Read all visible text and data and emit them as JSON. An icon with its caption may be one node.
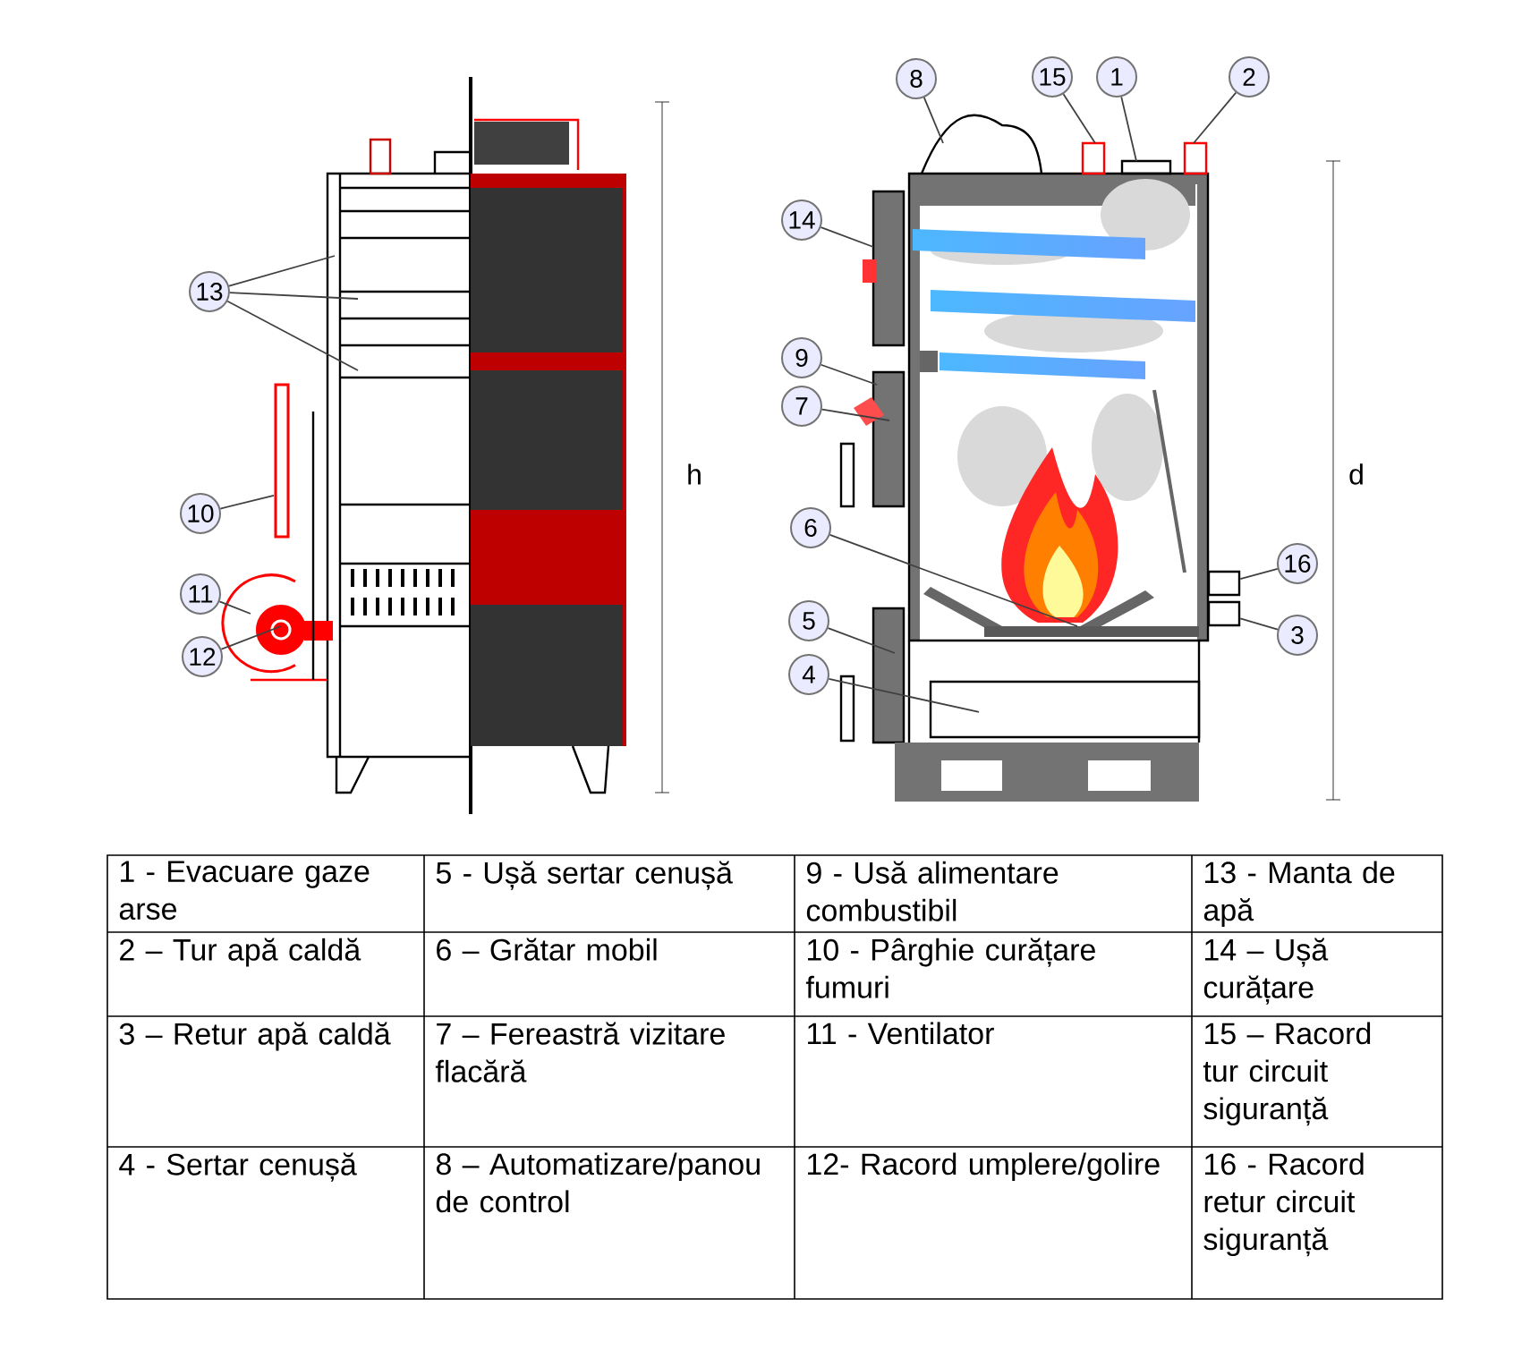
{
  "diagram": {
    "nodes": [
      {
        "text": [
          "13"
        ]
      },
      {
        "text": [
          "10"
        ]
      },
      {
        "text": [
          "11"
        ]
      },
      {
        "text": [
          "12"
        ]
      },
      {
        "text": [
          "8"
        ]
      },
      {
        "text": [
          "15"
        ]
      },
      {
        "text": [
          "1"
        ]
      },
      {
        "text": [
          "2"
        ]
      },
      {
        "text": [
          "14"
        ]
      },
      {
        "text": [
          "9"
        ]
      },
      {
        "text": [
          "7"
        ]
      },
      {
        "text": [
          "6"
        ]
      },
      {
        "text": [
          "5"
        ]
      },
      {
        "text": [
          "4"
        ]
      },
      {
        "text": [
          "16"
        ]
      },
      {
        "text": [
          "3"
        ]
      },
      {
        "text": [],
        "shape": "box"
      },
      {
        "text": [],
        "shape": "box"
      }
    ],
    "edges": [
      {
        "from": 0,
        "to": null,
        "arrow": "none"
      },
      {
        "from": 0,
        "to": null,
        "arrow": "none"
      },
      {
        "from": 0,
        "to": null,
        "arrow": "none"
      },
      {
        "from": 1,
        "to": null,
        "arrow": "none"
      },
      {
        "from": 2,
        "to": null,
        "arrow": "none"
      },
      {
        "from": 3,
        "to": null,
        "arrow": "none"
      },
      {
        "from": 4,
        "to": null,
        "arrow": "none"
      },
      {
        "from": 5,
        "to": null,
        "arrow": "none"
      },
      {
        "from": 6,
        "to": null,
        "arrow": "none"
      },
      {
        "from": 7,
        "to": null,
        "arrow": "none"
      },
      {
        "from": 8,
        "to": null,
        "arrow": "none"
      },
      {
        "from": 9,
        "to": null,
        "arrow": "none"
      },
      {
        "from": 10,
        "to": null,
        "arrow": "none"
      },
      {
        "from": 11,
        "to": null,
        "arrow": "none"
      },
      {
        "from": 12,
        "to": null,
        "arrow": "none"
      },
      {
        "from": 13,
        "to": null,
        "arrow": "none"
      },
      {
        "from": 14,
        "to": 16,
        "arrow": "none"
      },
      {
        "from": 15,
        "to": 17,
        "arrow": "none"
      }
    ],
    "labels": [
      "h",
      "d",
      "1 - Evacuare gaze arse",
      "5 - Ușă sertar cenușă",
      "9 - Usă alimentare combustibil",
      "13 - Manta de apă",
      "2 – Tur apă caldă",
      "6 – Grătar mobil",
      "10 -  Pârghie curățare fumuri",
      "14 – Ușă curățare",
      "3 – Retur apă caldă",
      "7 – Fereastră vizitare flacără",
      "11 - Ventilator",
      "15 – Racord tur circuit siguranță",
      "4 - Sertar cenușă",
      "8 – Automatizare/panou de control",
      "12- Racord umplere/golire",
      "16 - Racord retur circuit siguranță"
    ]
  }
}
